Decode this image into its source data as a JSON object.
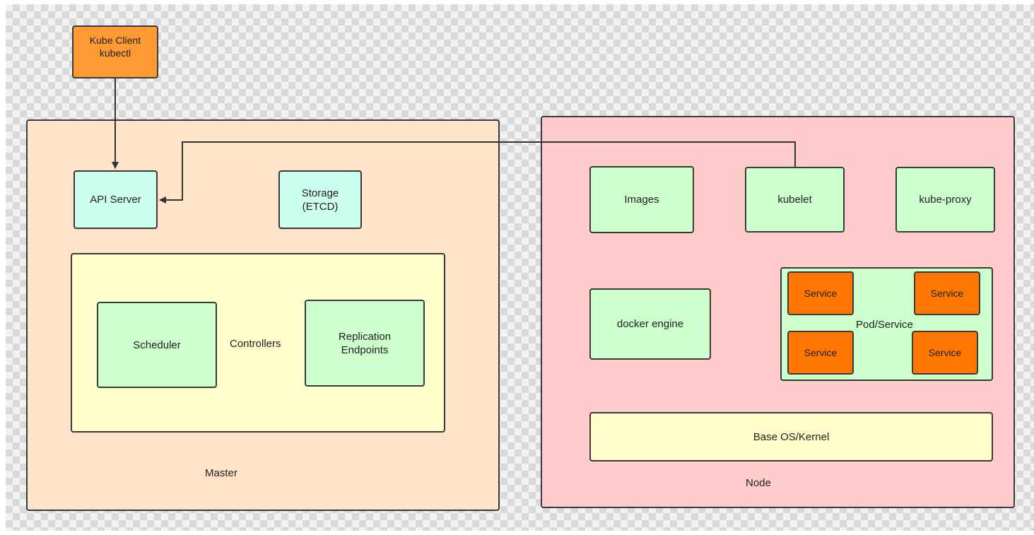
{
  "colors": {
    "master_bg": "#ffe3c8",
    "node_bg": "#ffcccc",
    "controllers_bg": "#fffdcc",
    "component_green": "#ccffcc",
    "component_teal": "#ccfff0",
    "client_orange": "#ff9a33",
    "service_orange": "#ff7700",
    "border": "#3a3a3a"
  },
  "client": {
    "line1": "Kube Client",
    "line2": "kubectl"
  },
  "master": {
    "label": "Master",
    "api_server": "API Server",
    "storage": {
      "line1": "Storage",
      "line2": "(ETCD)"
    },
    "controllers": {
      "label": "Controllers",
      "scheduler": "Scheduler",
      "replication": {
        "line1": "Replication",
        "line2": "Endpoints"
      }
    }
  },
  "node": {
    "label": "Node",
    "images": "Images",
    "kubelet": "kubelet",
    "kube_proxy": "kube-proxy",
    "docker_engine": "docker engine",
    "pod_service": {
      "label": "Pod/Service",
      "services": [
        "Service",
        "Service",
        "Service",
        "Service"
      ]
    },
    "base_os": "Base OS/Kernel"
  }
}
